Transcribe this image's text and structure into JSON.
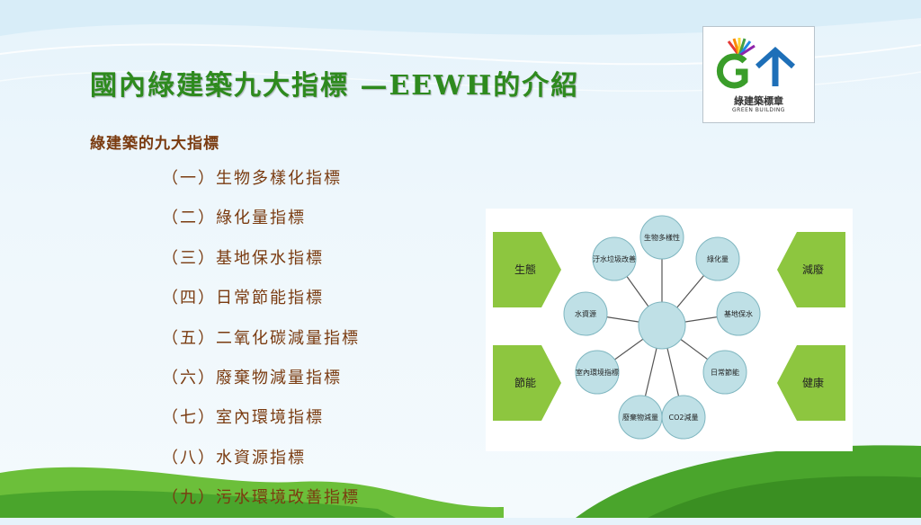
{
  "slide": {
    "title": "國內綠建築九大指標  —EEWH的介紹",
    "subtitle": "綠建築的九大指標",
    "indicators": [
      "（一）生物多樣化指標",
      "（二）綠化量指標",
      "（三）基地保水指標",
      "（四）日常節能指標",
      "（五）二氧化碳減量指標",
      "（六）廢棄物減量指標",
      "（七）室內環境指標",
      "（八）水資源指標",
      "（九）污水環境改善指標"
    ]
  },
  "logo": {
    "name": "綠建築標章",
    "english": "GREEN BUILDING"
  },
  "diagram": {
    "center_label": "",
    "nodes": [
      "生物多樣性",
      "綠化量",
      "基地保水",
      "日常節能",
      "CO2減量",
      "廢棄物減量",
      "室內環境指標",
      "水資源",
      "汙水垃圾改善"
    ],
    "left_arrows": [
      "生態",
      "節能"
    ],
    "right_arrows": [
      "減廢",
      "健康"
    ]
  },
  "colors": {
    "title": "#2e8a1e",
    "body_text": "#7a3b10",
    "arrow_fill": "#8dc63f",
    "node_fill": "#bfe0e6",
    "node_stroke": "#7fb6c0",
    "grass": "#4aa52c"
  }
}
